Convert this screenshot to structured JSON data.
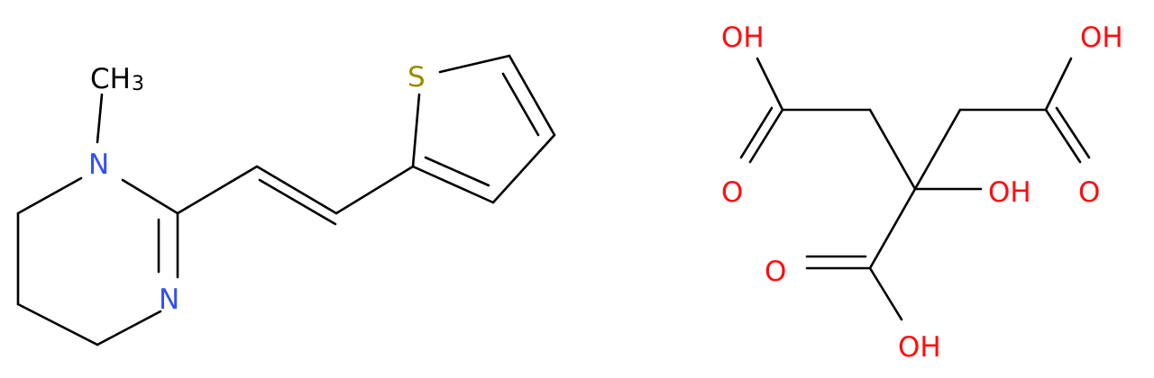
{
  "colors": {
    "bond": "#000000",
    "nitrogen": "#3050F8",
    "oxygen": "#FF0D0D",
    "sulfur": "#9C8A00",
    "carbon": "#000000"
  },
  "molecules": {
    "pyrantel": {
      "methyl_label": "CH",
      "methyl_subscript": "3",
      "n1_label": "N",
      "n3_label": "N",
      "s_label": "S"
    },
    "citric_acid": {
      "left_oh": "OH",
      "right_oh": "OH",
      "center_oh": "OH",
      "bottom_oh": "OH",
      "left_o": "O",
      "right_o": "O",
      "bottom_o": "O"
    }
  }
}
